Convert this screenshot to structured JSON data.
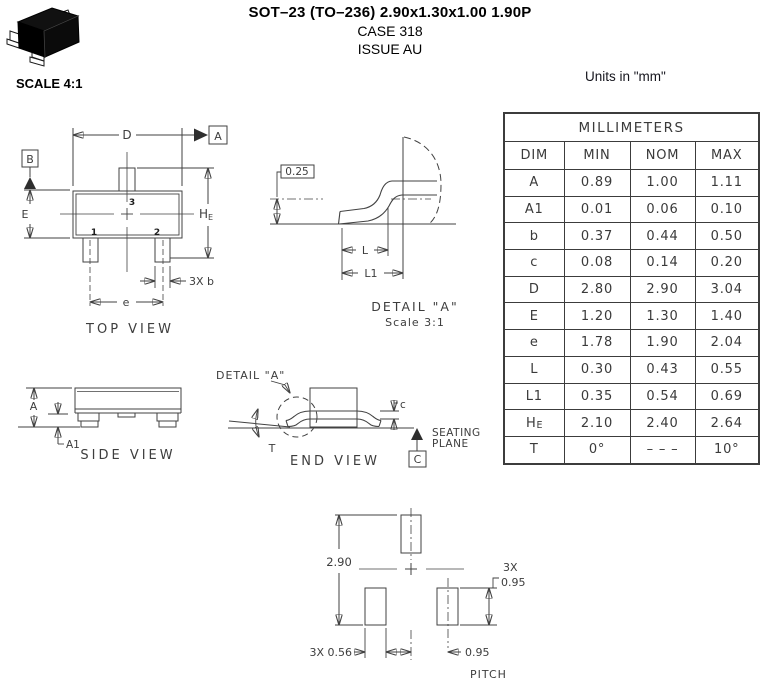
{
  "header": {
    "title": "SOT–23 (TO–236) 2.90x1.30x1.00 1.90P",
    "case": "CASE 318",
    "issue": "ISSUE AU",
    "scale_label": "SCALE 4:1",
    "units_label": "Units in \"mm\""
  },
  "colors": {
    "line": "#424242",
    "text": "#3d3d3d",
    "body_fill": "#0b0b0b"
  },
  "table": {
    "title": "MILLIMETERS",
    "columns": [
      "DIM",
      "MIN",
      "NOM",
      "MAX"
    ],
    "rows": [
      {
        "dim": "A",
        "min": "0.89",
        "nom": "1.00",
        "max": "1.11"
      },
      {
        "dim": "A1",
        "min": "0.01",
        "nom": "0.06",
        "max": "0.10"
      },
      {
        "dim": "b",
        "min": "0.37",
        "nom": "0.44",
        "max": "0.50"
      },
      {
        "dim": "c",
        "min": "0.08",
        "nom": "0.14",
        "max": "0.20"
      },
      {
        "dim": "D",
        "min": "2.80",
        "nom": "2.90",
        "max": "3.04"
      },
      {
        "dim": "E",
        "min": "1.20",
        "nom": "1.30",
        "max": "1.40"
      },
      {
        "dim": "e",
        "min": "1.78",
        "nom": "1.90",
        "max": "2.04"
      },
      {
        "dim": "L",
        "min": "0.30",
        "nom": "0.43",
        "max": "0.55"
      },
      {
        "dim": "L1",
        "min": "0.35",
        "nom": "0.54",
        "max": "0.69"
      },
      {
        "dim": "H",
        "dim_sub": "E",
        "min": "2.10",
        "nom": "2.40",
        "max": "2.64"
      },
      {
        "dim": "T",
        "min": "0°",
        "nom": "– – –",
        "max": "10°"
      }
    ]
  },
  "top_view": {
    "caption": "TOP VIEW",
    "datum_a": "A",
    "datum_b": "B",
    "dim_d": "D",
    "dim_e": "E",
    "dim_he_main": "H",
    "dim_he_sub": "E",
    "dim_b": "3X b",
    "dim_pitch": "e",
    "pin1": "1",
    "pin2": "2",
    "pin3": "3"
  },
  "detail_a": {
    "caption": "DETAIL \"A\"",
    "scale": "Scale 3:1",
    "gauge": "0.25",
    "dim_l": "L",
    "dim_l1": "L1"
  },
  "side_view": {
    "caption": "SIDE VIEW",
    "dim_a": "A",
    "dim_a1": "A1"
  },
  "end_view": {
    "caption": "END VIEW",
    "detail_ref": "DETAIL \"A\"",
    "dim_c": "c",
    "dim_t": "T",
    "seating1": "SEATING",
    "seating2": "PLANE",
    "datum_c": "C"
  },
  "footprint": {
    "dim_height": "2.90",
    "count_label": "3X",
    "pad_height": "0.95",
    "pad_width": "3X 0.56",
    "pitch": "0.95",
    "pitch_label": "PITCH"
  }
}
